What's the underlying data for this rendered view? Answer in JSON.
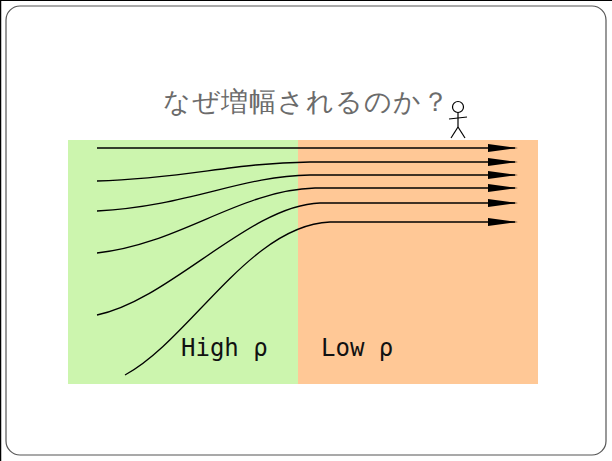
{
  "diagram": {
    "title": "なぜ増幅されるのか？",
    "nodes": [
      {
        "text": [
          "High ρ"
        ]
      },
      {
        "text": [
          "Low ρ"
        ]
      }
    ]
  }
}
